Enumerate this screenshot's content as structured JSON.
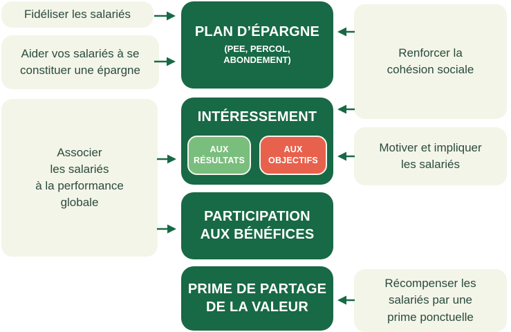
{
  "palette": {
    "dark_green": "#186945",
    "light_green": "#7ABE7D",
    "red": "#E8614C",
    "cream": "#F3F5E8",
    "note_text": "#2A4A3E",
    "arrow": "#186945",
    "box_text": "#FFFFFF",
    "background": "#FFFFFF"
  },
  "left_notes": [
    {
      "label": "Fidéliser les salariés"
    },
    {
      "label": "Aider vos salariés à se\nconstituer une épargne"
    },
    {
      "label": "Associer\nles salariés\nà la performance\nglobale"
    }
  ],
  "schemes": {
    "plan": {
      "title": "PLAN D’ÉPARGNE",
      "subtitle": "(PEE, PERCOL,\nABONDEMENT)"
    },
    "interessement": {
      "title": "INTÉRESSEMENT",
      "variants": [
        {
          "label": "AUX\nRÉSULTATS",
          "color": "#7ABE7D"
        },
        {
          "label": "AUX\nOBJECTIFS",
          "color": "#E8614C"
        }
      ]
    },
    "participation": {
      "title": "PARTICIPATION\nAUX BÉNÉFICES"
    },
    "prime": {
      "title": "PRIME DE PARTAGE\nDE LA VALEUR"
    }
  },
  "right_notes": [
    {
      "label": "Renforcer la\ncohésion sociale"
    },
    {
      "label": "Motiver et impliquer\nles salariés"
    },
    {
      "label": "Récompenser les\nsalariés par une\nprime ponctuelle"
    }
  ]
}
